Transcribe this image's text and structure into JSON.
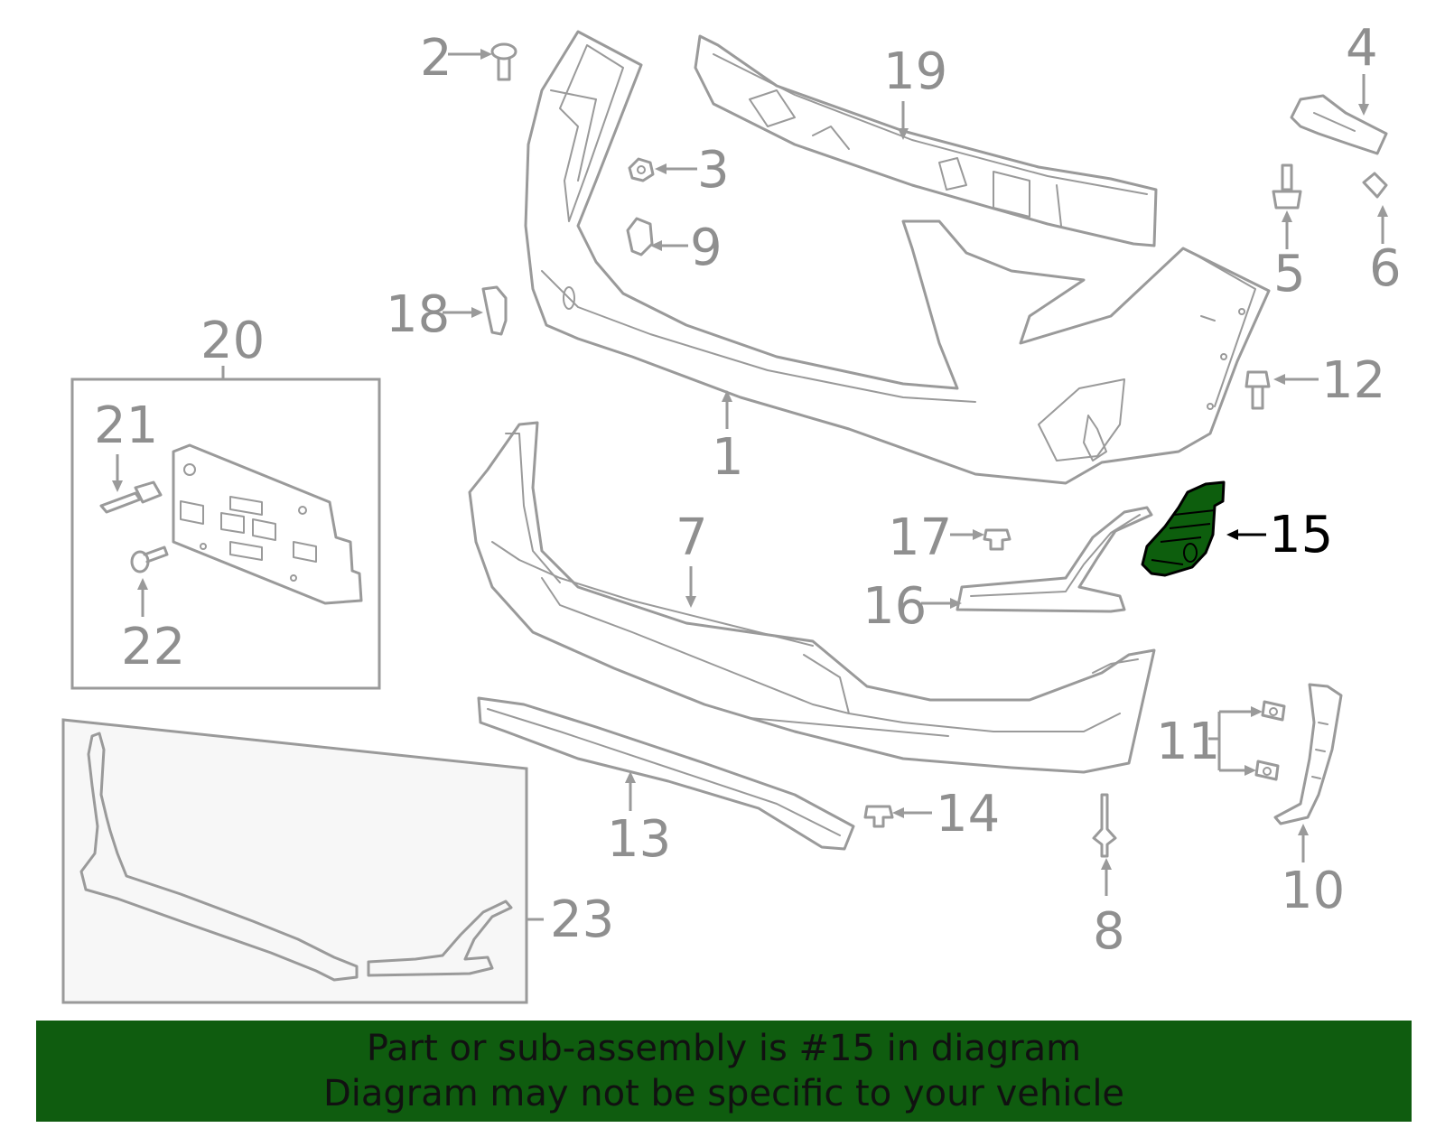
{
  "callouts": {
    "c1": "1",
    "c2": "2",
    "c3": "3",
    "c4": "4",
    "c5": "5",
    "c6": "6",
    "c7": "7",
    "c8": "8",
    "c9": "9",
    "c10": "10",
    "c11": "11",
    "c12": "12",
    "c13": "13",
    "c14": "14",
    "c15": "15",
    "c16": "16",
    "c17": "17",
    "c18": "18",
    "c19": "19",
    "c20": "20",
    "c21": "21",
    "c22": "22",
    "c23": "23"
  },
  "highlight": {
    "part": "15",
    "fill_color": "#0d5e0d",
    "outline_color": "#000000"
  },
  "banner": {
    "line1": "Part or sub-assembly is #15 in diagram",
    "line2": "Diagram may not be specific to your vehicle",
    "background_color": "#0f5c0f"
  },
  "colors": {
    "part_stroke": "#9a9a9a",
    "callout_text": "#8f8f8f"
  }
}
